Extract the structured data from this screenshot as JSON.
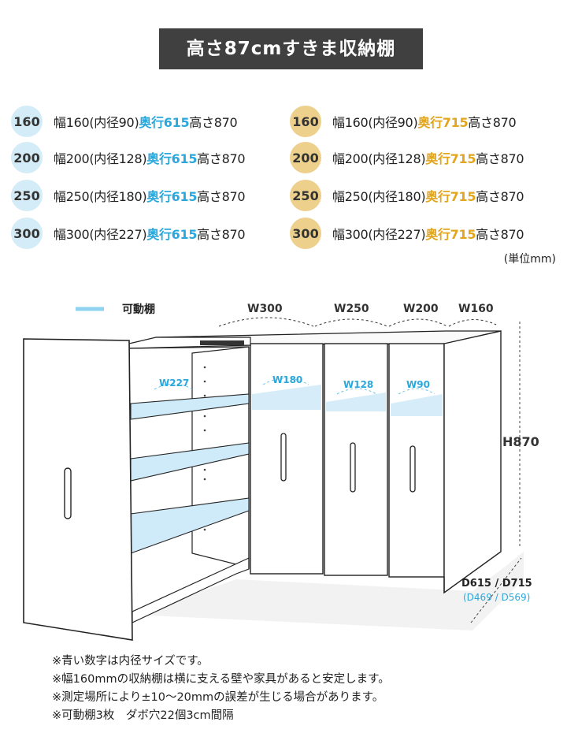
{
  "title": "高さ87cmすきま収納棚",
  "specs_615": [
    {
      "badge": "160",
      "text": "幅160(内径90)",
      "depth": "奥行615",
      "height": "高さ870"
    },
    {
      "badge": "200",
      "text": "幅200(内径128)",
      "depth": "奥行615",
      "height": "高さ870"
    },
    {
      "badge": "250",
      "text": "幅250(内径180)",
      "depth": "奥行615",
      "height": "高さ870"
    },
    {
      "badge": "300",
      "text": "幅300(内径227)",
      "depth": "奥行615",
      "height": "高さ870"
    }
  ],
  "specs_715": [
    {
      "badge": "160",
      "text": "幅160(内径90)",
      "depth": "奥行715",
      "height": "高さ870"
    },
    {
      "badge": "200",
      "text": "幅200(内径128)",
      "depth": "奥行715",
      "height": "高さ870"
    },
    {
      "badge": "250",
      "text": "幅250(内径180)",
      "depth": "奥行715",
      "height": "高さ870"
    },
    {
      "badge": "300",
      "text": "幅300(内径227)",
      "depth": "奥行715",
      "height": "高さ870"
    }
  ],
  "unit": "(単位mm)",
  "diagram": {
    "legend": "可動棚",
    "widths": [
      "W300",
      "W250",
      "W200",
      "W160"
    ],
    "inner": [
      "W227",
      "W180",
      "W128",
      "W90"
    ],
    "height": "H870",
    "depth": "D615 / D715",
    "inner_depth": "(D469 / D569)"
  },
  "notes": [
    "※青い数字は内径サイズです。",
    "※幅160mmの収納棚は横に支える壁や家具があると安定します。",
    "※測定場所により±10〜20mmの誤差が生じる場合があります。",
    "※可動棚3枚　ダボ穴22個3cm間隔"
  ],
  "colors": {
    "blue": "#2aa8dc",
    "gold": "#e2a61d",
    "badge_blue": "#d3ecf7",
    "badge_gold": "#ecd08c",
    "title_bg": "#404040"
  }
}
